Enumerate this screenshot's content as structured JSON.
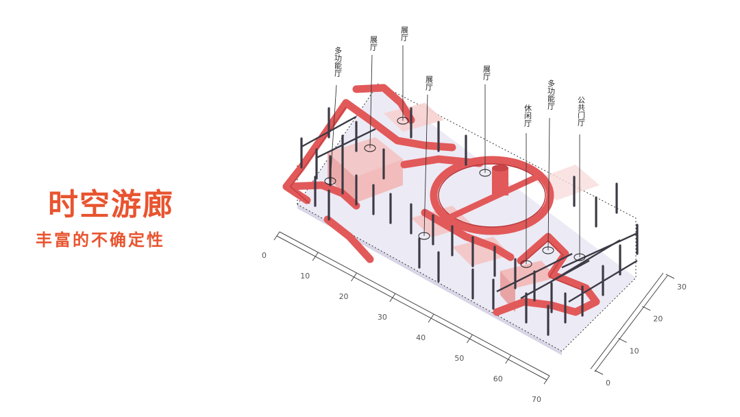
{
  "heading": {
    "title": "时空游廊",
    "subtitle": "丰富的不确定性"
  },
  "colors": {
    "accent": "#e8542f",
    "ramp": "#e2595a",
    "ramp_dark": "#b8383c",
    "room": "#f4c4c4",
    "frame": "#3c3a44",
    "floor": "#eceaf4"
  },
  "callouts": [
    {
      "label": "多功能厅"
    },
    {
      "label": "展厅"
    },
    {
      "label": "展厅"
    },
    {
      "label": "展厅"
    },
    {
      "label": "展厅"
    },
    {
      "label": "休闲厅"
    },
    {
      "label": "多功能厅"
    },
    {
      "label": "公共门厅"
    }
  ],
  "axes": {
    "front": {
      "ticks": [
        "0",
        "10",
        "20",
        "30",
        "40",
        "50",
        "60",
        "70"
      ]
    },
    "right": {
      "ticks": [
        "0",
        "10",
        "20",
        "30"
      ]
    }
  }
}
